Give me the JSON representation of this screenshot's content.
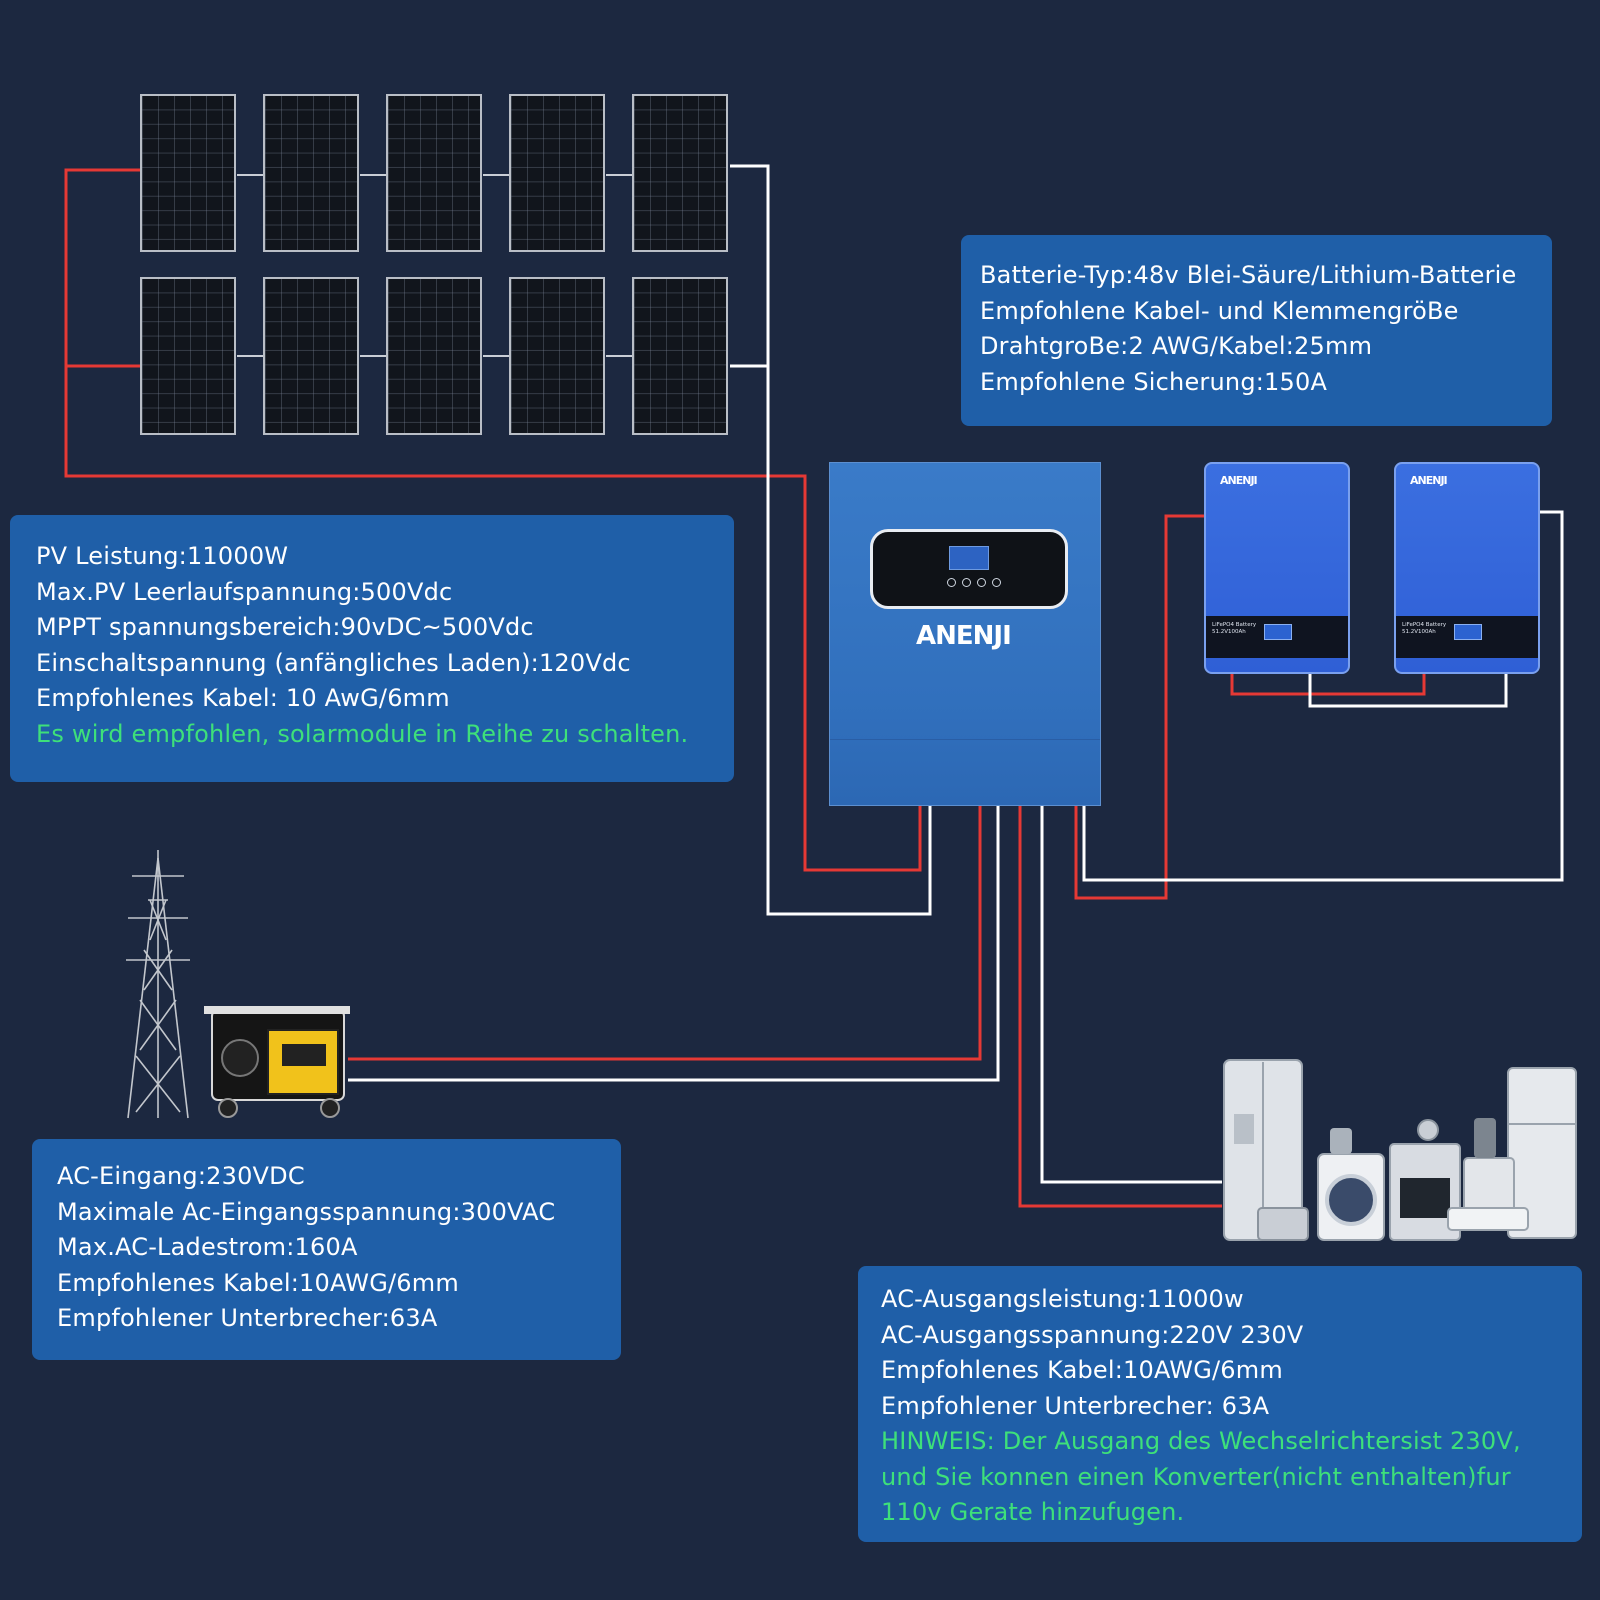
{
  "brand": {
    "logo_text": "ANENJI"
  },
  "battery_unit": {
    "label_line1": "LiFePO4 Battery",
    "label_line2": "51.2V100Ah"
  },
  "colors": {
    "background": "#1c2840",
    "box": "#1f5fa8",
    "wire_positive": "#e53935",
    "wire_negative": "#ffffff",
    "note": "#3ee07a"
  },
  "battery_info": {
    "lines": [
      "Batterie-Typ:48v Blei-Säure/Lithium-Batterie",
      "Empfohlene Kabel- und KlemmengröBe",
      "DrahtgroBe:2 AWG/Kabel:25mm",
      "Empfohlene Sicherung:150A"
    ]
  },
  "pv_info": {
    "lines": [
      "PV Leistung:11000W",
      "Max.PV Leerlaufspannung:500Vdc",
      "MPPT spannungsbereich:90vDC~500Vdc",
      "Einschaltspannung (anfängliches Laden):120Vdc",
      "Empfohlenes Kabel: 10 AwG/6mm"
    ],
    "note": "Es wird empfohlen, solarmodule in Reihe zu schalten."
  },
  "ac_input_info": {
    "lines": [
      "AC-Eingang:230VDC",
      "Maximale Ac-Eingangsspannung:300VAC",
      "Max.AC-Ladestrom:160A",
      "Empfohlenes Kabel:10AWG/6mm",
      "Empfohlener Unterbrecher:63A"
    ]
  },
  "ac_output_info": {
    "lines": [
      "AC-Ausgangsleistung:11000w",
      "AC-Ausgangsspannung:220V 230V",
      "Empfohlenes Kabel:10AWG/6mm",
      "Empfohlener Unterbrecher: 63A"
    ],
    "note_lines": [
      "HINWEIS: Der Ausgang des Wechselrichtersist 230V,",
      "und Sie konnen einen Konverter(nicht enthalten)fur",
      "110v Gerate hinzufugen."
    ]
  }
}
